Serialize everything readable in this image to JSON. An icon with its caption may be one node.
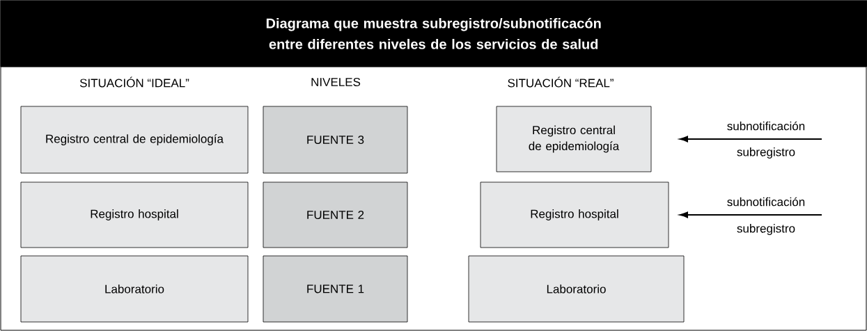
{
  "diagram": {
    "title": "Diagrama que muestra subregistro/subnotificacón entre diferentes niveles de los servicios de salud",
    "nodes": [
      {
        "text": [
          "Registro central de epidemiología"
        ]
      },
      {
        "text": [
          "FUENTE 3"
        ]
      },
      {
        "text": [
          "Registro central de epidemiología"
        ]
      },
      {
        "text": [
          "Registro hospital"
        ]
      },
      {
        "text": [
          "FUENTE 2"
        ]
      },
      {
        "text": [
          "Registro hospital"
        ]
      },
      {
        "text": [
          "Laboratorio"
        ]
      },
      {
        "text": [
          "FUENTE 1"
        ]
      },
      {
        "text": [
          "Laboratorio"
        ]
      }
    ],
    "labels": [
      "SITUACIÓN “IDEAL”",
      "NIVELES",
      "SITUACIÓN “REAL”",
      "subnotificación",
      "subregistro",
      "subnotificación",
      "subregistro"
    ]
  }
}
